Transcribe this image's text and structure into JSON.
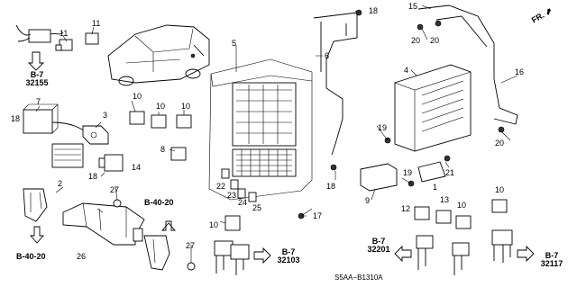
{
  "callouts": {
    "c1": "1",
    "c2": "2",
    "c3": "3",
    "c4": "4",
    "c5": "5",
    "c6": "6",
    "c7": "7",
    "c8": "8",
    "c9": "9",
    "c10": "10",
    "c11": "11",
    "c12": "12",
    "c13": "13",
    "c14": "14",
    "c15": "15",
    "c16": "16",
    "c17": "17",
    "c18": "18",
    "c19": "19",
    "c20": "20",
    "c21": "21",
    "c22": "22",
    "c23": "23",
    "c24": "24",
    "c25": "25",
    "c26": "26",
    "c27": "27"
  },
  "references": {
    "b7_32155": {
      "line1": "B-7",
      "line2": "32155"
    },
    "b40_20_left": "B-40-20",
    "b40_20_mid": "B-40-20",
    "b7_32103": {
      "line1": "B-7",
      "line2": "32103"
    },
    "b7_32201": {
      "line1": "B-7",
      "line2": "32201"
    },
    "b7_32117": {
      "line1": "B-7",
      "line2": "32117"
    }
  },
  "direction_marker": "FR.",
  "diagram_code": "S5AA−B1310A"
}
